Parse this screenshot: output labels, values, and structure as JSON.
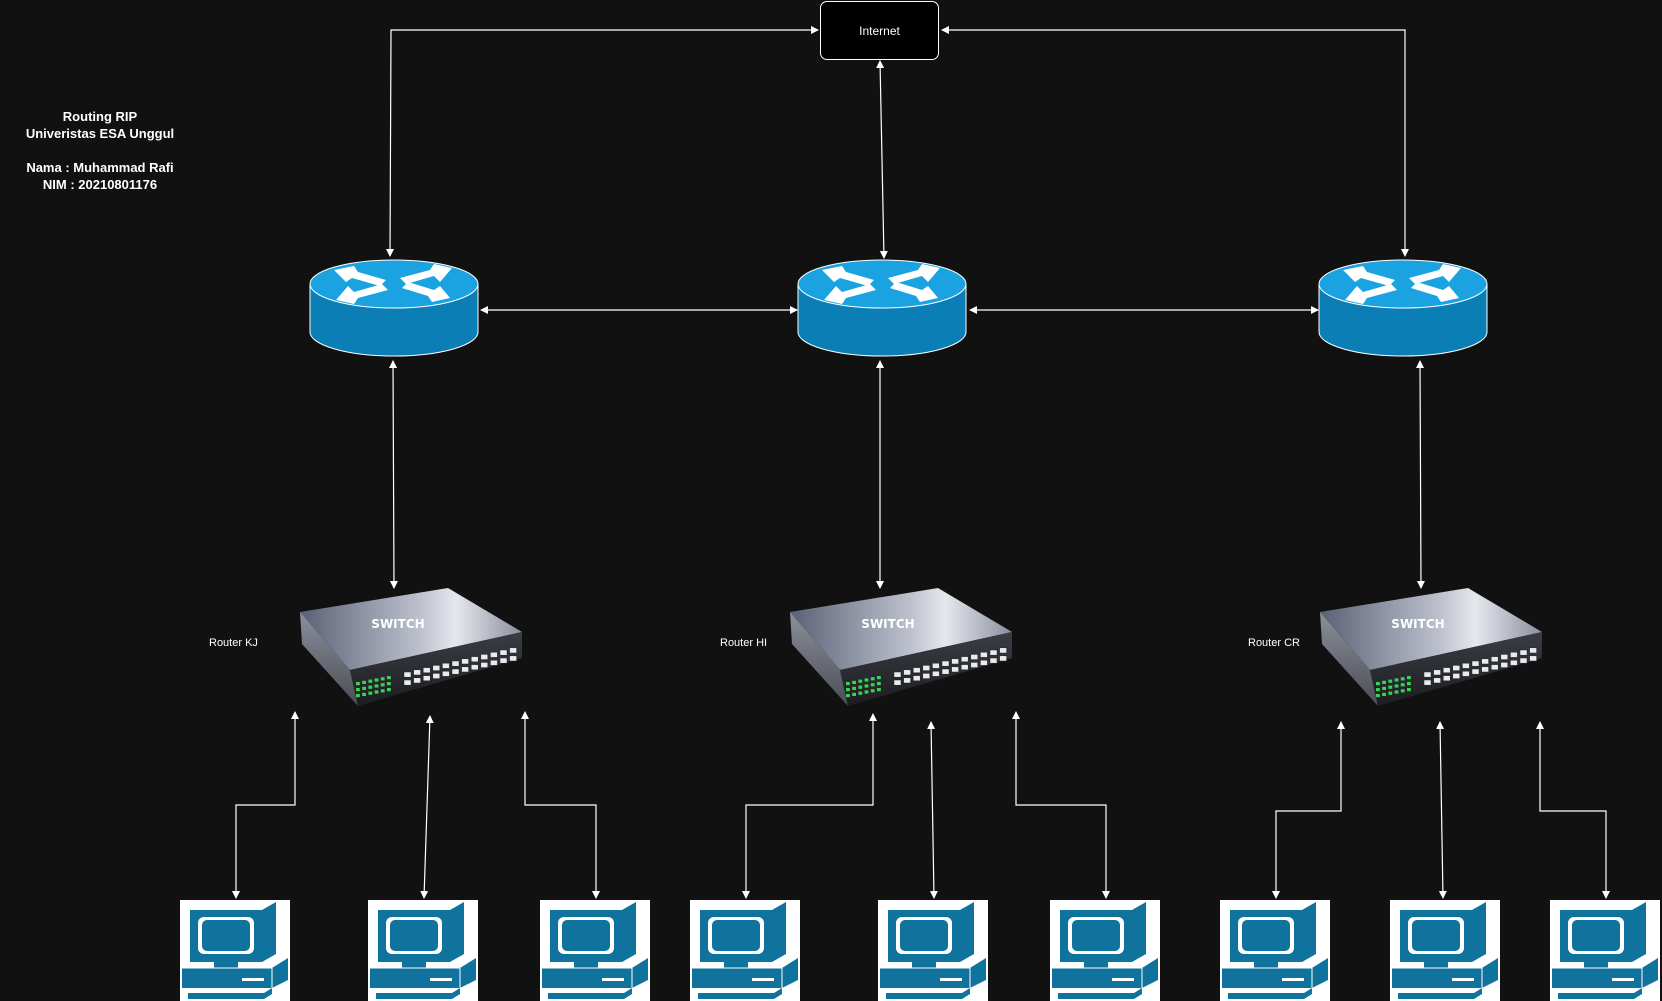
{
  "info": {
    "title": "Routing RIP",
    "university": "Univeristas ESA Unggul",
    "blank": " ",
    "name": "Nama : Muhammad Rafi",
    "nim": "NIM : 20210801176"
  },
  "internet": {
    "label": "Internet"
  },
  "switches": [
    {
      "text": "SWITCH",
      "router_label": "Router KJ"
    },
    {
      "text": "SWITCH",
      "router_label": "Router HI"
    },
    {
      "text": "SWITCH",
      "router_label": "Router CR"
    }
  ],
  "colors": {
    "background": "#111111",
    "router": "#1aa3e0",
    "router_dark": "#0b7fb5",
    "computer": "#10739e",
    "link": "#ffffff",
    "switch_body": "#5a5f6e",
    "switch_led": "#39d353"
  },
  "icons": {
    "router": "router-icon",
    "switch": "switch-icon",
    "computer": "computer-icon"
  }
}
